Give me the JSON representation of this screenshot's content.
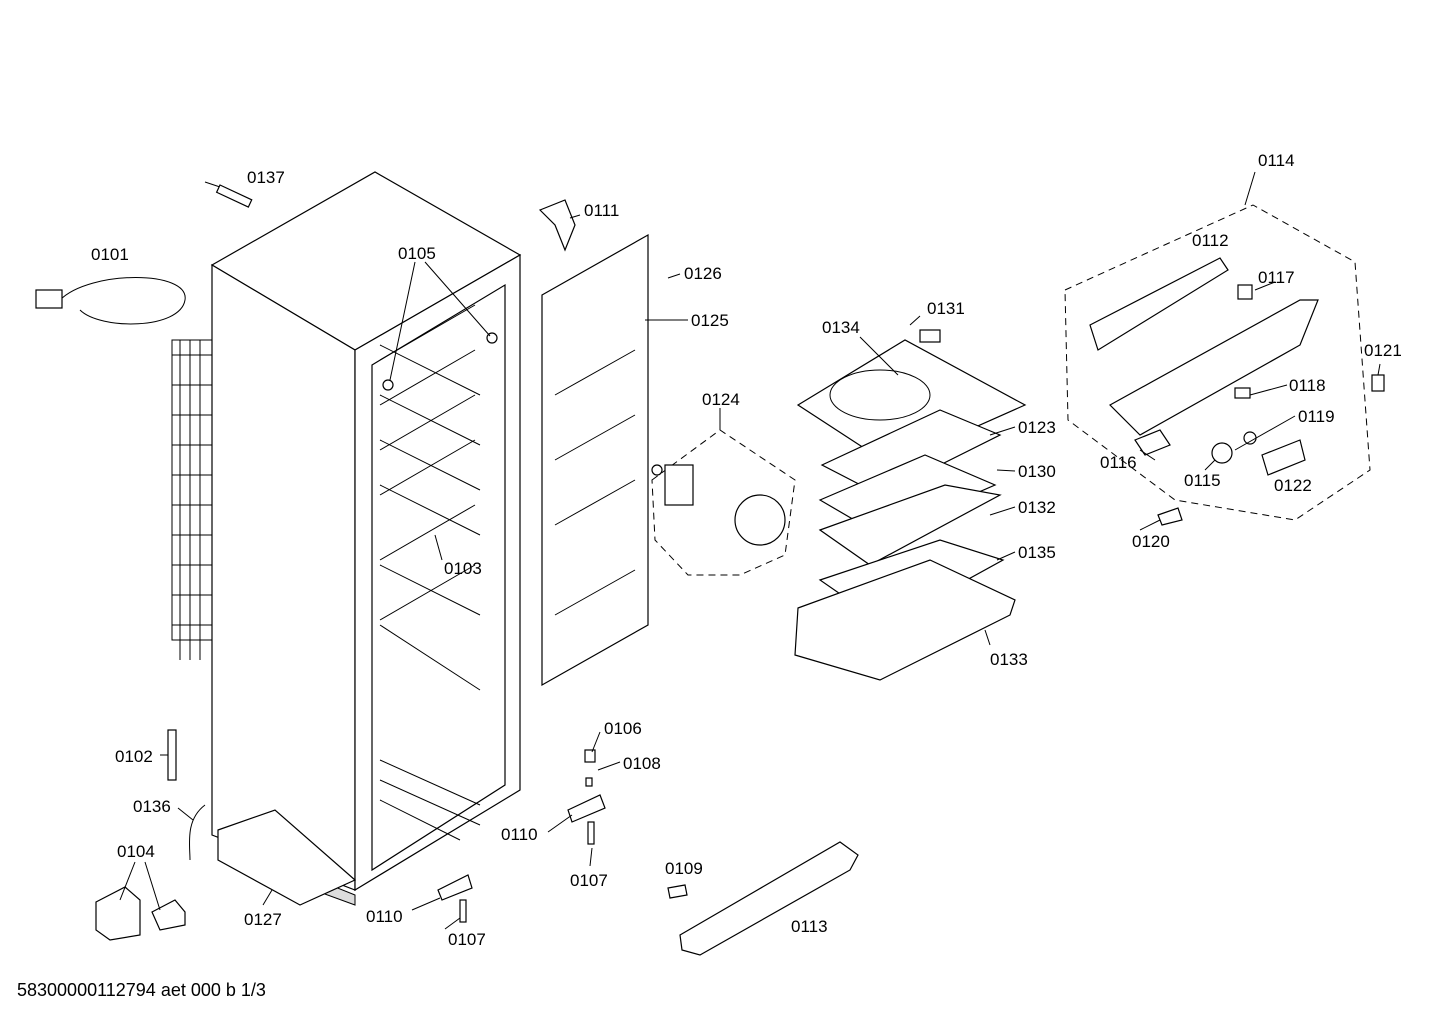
{
  "diagram": {
    "title": "Exploded parts view",
    "labels": {
      "p0137": "0137",
      "p0101": "0101",
      "p0105": "0105",
      "p0111": "0111",
      "p0126": "0126",
      "p0125": "0125",
      "p0134": "0134",
      "p0131": "0131",
      "p0124": "0124",
      "p0123": "0123",
      "p0130": "0130",
      "p0132": "0132",
      "p0135": "0135",
      "p0133": "0133",
      "p0103": "0103",
      "p0102": "0102",
      "p0136": "0136",
      "p0104": "0104",
      "p0127": "0127",
      "p0110a": "0110",
      "p0107a": "0107",
      "p0106": "0106",
      "p0108": "0108",
      "p0110b": "0110",
      "p0107b": "0107",
      "p0109": "0109",
      "p0113": "0113",
      "p0114": "0114",
      "p0112": "0112",
      "p0117": "0117",
      "p0121": "0121",
      "p0118": "0118",
      "p0119": "0119",
      "p0116": "0116",
      "p0115": "0115",
      "p0122": "0122",
      "p0120": "0120"
    }
  },
  "footer": {
    "doc_code": "58300000112794 aet 000 b 1/3"
  }
}
